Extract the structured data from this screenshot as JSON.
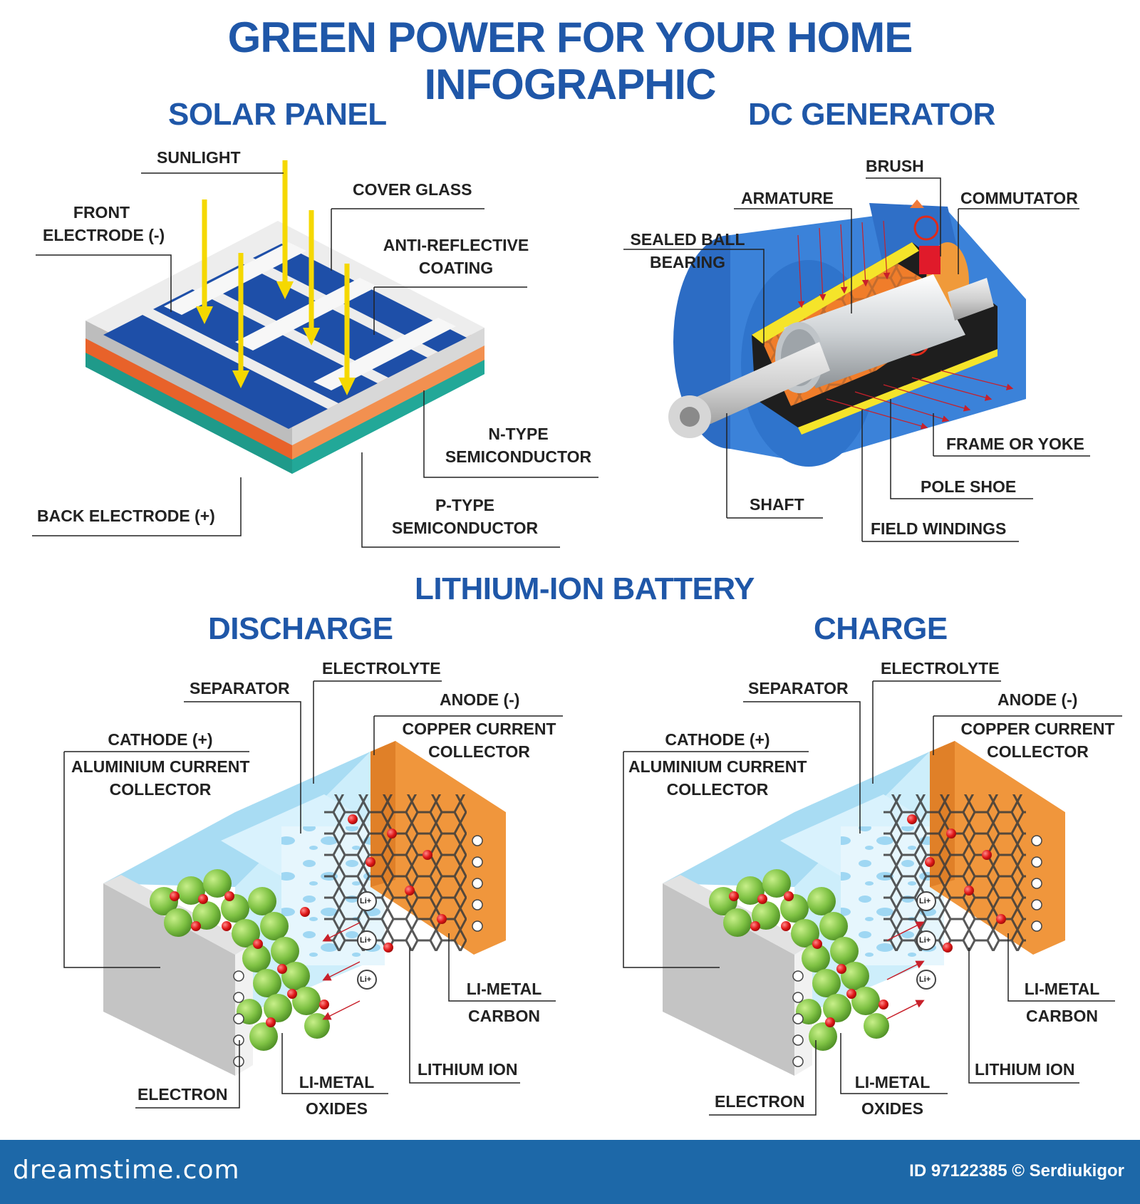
{
  "title_line1": "GREEN POWER FOR YOUR HOME",
  "title_line2": "INFOGRAPHIC",
  "solar": {
    "heading": "SOLAR PANEL",
    "sunlight": "SUNLIGHT",
    "cover_glass": "COVER GLASS",
    "front_electrode_1": "FRONT",
    "front_electrode_2": "ELECTRODE (-)",
    "anti_reflective_1": "ANTI-REFLECTIVE",
    "anti_reflective_2": "COATING",
    "n_type_1": "N-TYPE",
    "n_type_2": "SEMICONDUCTOR",
    "p_type_1": "P-TYPE",
    "p_type_2": "SEMICONDUCTOR",
    "back_electrode": "BACK ELECTRODE (+)"
  },
  "generator": {
    "heading": "DC GENERATOR",
    "brush": "BRUSH",
    "armature": "ARMATURE",
    "commutator": "COMMUTATOR",
    "bearing_1": "SEALED BALL",
    "bearing_2": "BEARING",
    "frame": "FRAME OR YOKE",
    "pole_shoe": "POLE SHOE",
    "shaft": "SHAFT",
    "field_windings": "FIELD WINDINGS"
  },
  "battery": {
    "heading": "LITHIUM-ION BATTERY",
    "discharge": {
      "heading": "DISCHARGE",
      "electrolyte": "ELECTROLYTE",
      "separator": "SEPARATOR",
      "anode": "ANODE (-)",
      "copper_1": "COPPER CURRENT",
      "copper_2": "COLLECTOR",
      "cathode": "CATHODE (+)",
      "alu_1": "ALUMINIUM CURRENT",
      "alu_2": "COLLECTOR",
      "li_carbon_1": "LI-METAL",
      "li_carbon_2": "CARBON",
      "lithium_ion": "LITHIUM ION",
      "electron": "ELECTRON",
      "oxides_1": "LI-METAL",
      "oxides_2": "OXIDES"
    },
    "charge": {
      "heading": "CHARGE",
      "electrolyte": "ELECTROLYTE",
      "separator": "SEPARATOR",
      "anode": "ANODE (-)",
      "copper_1": "COPPER CURRENT",
      "copper_2": "COLLECTOR",
      "cathode": "CATHODE (+)",
      "alu_1": "ALUMINIUM CURRENT",
      "alu_2": "COLLECTOR",
      "li_carbon_1": "LI-METAL",
      "li_carbon_2": "CARBON",
      "lithium_ion": "LITHIUM ION",
      "electron": "ELECTRON",
      "oxides_1": "LI-METAL",
      "oxides_2": "OXIDES"
    },
    "ion_symbol": "Li+"
  },
  "footer": {
    "brand": "dreamstime.com",
    "credit": "ID 97122385 © Serdiukigor"
  },
  "colors": {
    "heading_blue": "#1f57a8",
    "footer_blue": "#1d68a8",
    "panel_blue": "#1e4fa8",
    "arrow_yellow": "#f5d800",
    "orange": "#f07a3a",
    "teal": "#26b5a5",
    "cathode_green": "#7ec043",
    "ion_red": "#e01818",
    "copper": "#f0963c",
    "electrolyte": "#bfe6f7"
  }
}
